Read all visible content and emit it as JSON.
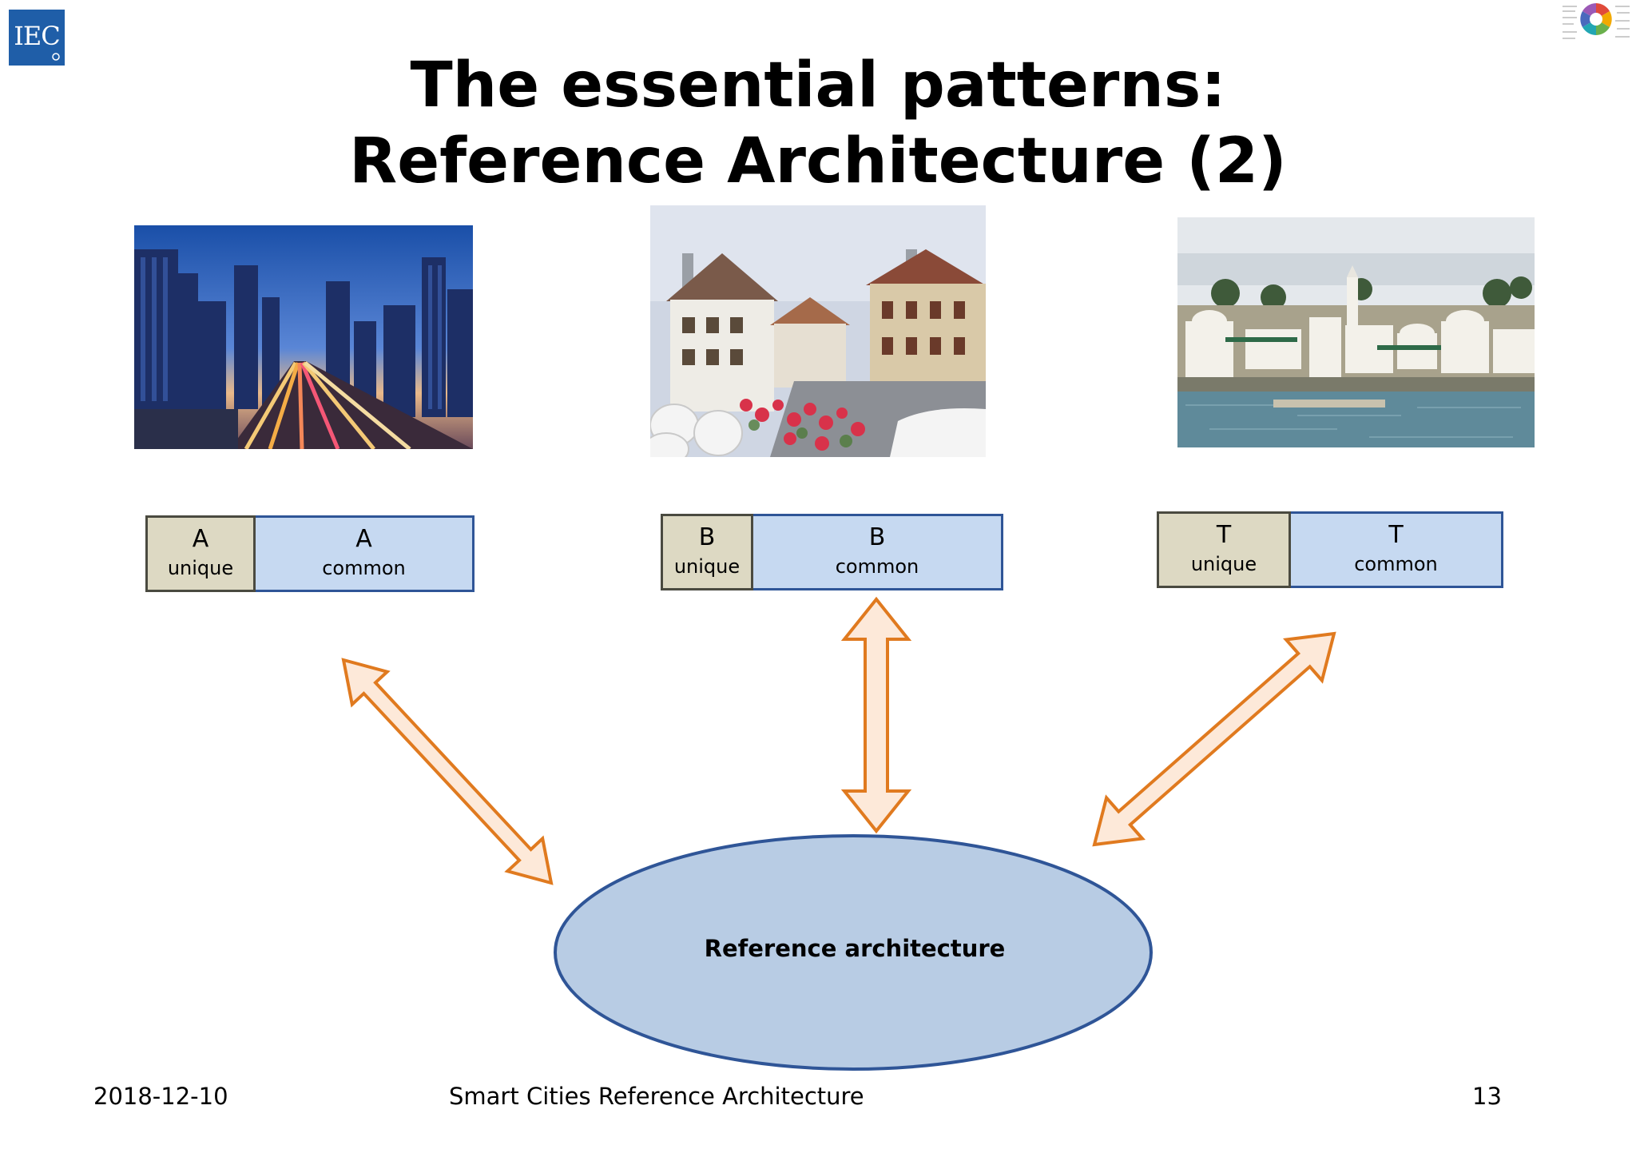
{
  "logo": {
    "text": "IEC"
  },
  "title": {
    "line1": "The essential patterns:",
    "line2": "Reference Architecture (2)"
  },
  "cities": [
    {
      "unique_letter": "A",
      "unique_label": "unique",
      "common_letter": "A",
      "common_label": "common"
    },
    {
      "unique_letter": "B",
      "unique_label": "unique",
      "common_letter": "B",
      "common_label": "common"
    },
    {
      "unique_letter": "T",
      "unique_label": "unique",
      "common_letter": "T",
      "common_label": "common"
    }
  ],
  "reference": {
    "label": "Reference architecture"
  },
  "footer": {
    "date": "2018-12-10",
    "center": "Smart Cities Reference Architecture",
    "page": "13"
  },
  "colors": {
    "arrow_stroke": "#e07a1f",
    "arrow_fill": "#fde9d9",
    "ellipse_fill": "#b8cce4",
    "ellipse_stroke": "#2f5597",
    "unique_fill": "#ddd9c3",
    "common_fill": "#c6d9f1"
  }
}
